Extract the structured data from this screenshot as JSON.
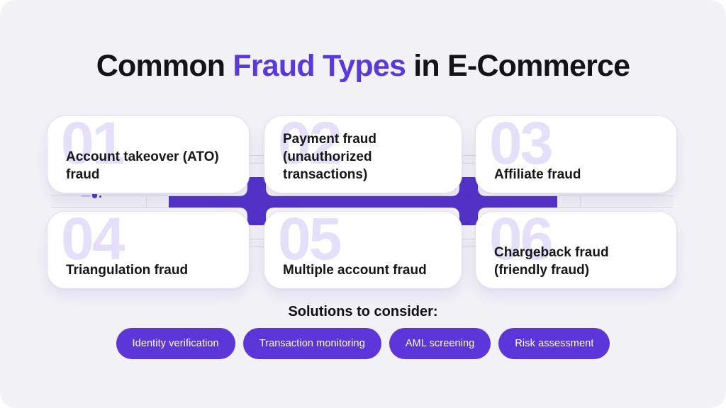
{
  "title": {
    "prefix": "Common ",
    "highlight": "Fraud Types",
    "suffix": " in E-Commerce"
  },
  "cards": [
    {
      "number": "01",
      "label": "Account takeover (ATO) fraud"
    },
    {
      "number": "02",
      "label": "Payment fraud (unauthorized transactions)"
    },
    {
      "number": "03",
      "label": "Affiliate fraud"
    },
    {
      "number": "04",
      "label": "Triangulation fraud"
    },
    {
      "number": "05",
      "label": "Multiple account fraud"
    },
    {
      "number": "06",
      "label": "Chargeback fraud (friendly fraud)"
    }
  ],
  "solutions": {
    "heading": "Solutions to consider:",
    "pills": [
      "Identity verification",
      "Transaction monitoring",
      "AML screening",
      "Risk assessment"
    ]
  },
  "colors": {
    "background": "#F2F2F6",
    "card_background": "#FFFFFF",
    "title_accent": "#5B38DA",
    "connector_purple": "#5232C6",
    "pill_purple": "#5C36D8",
    "card_number": "#E5DFFA",
    "text_dark": "#141418",
    "decor_line": "#D9D9E0"
  }
}
